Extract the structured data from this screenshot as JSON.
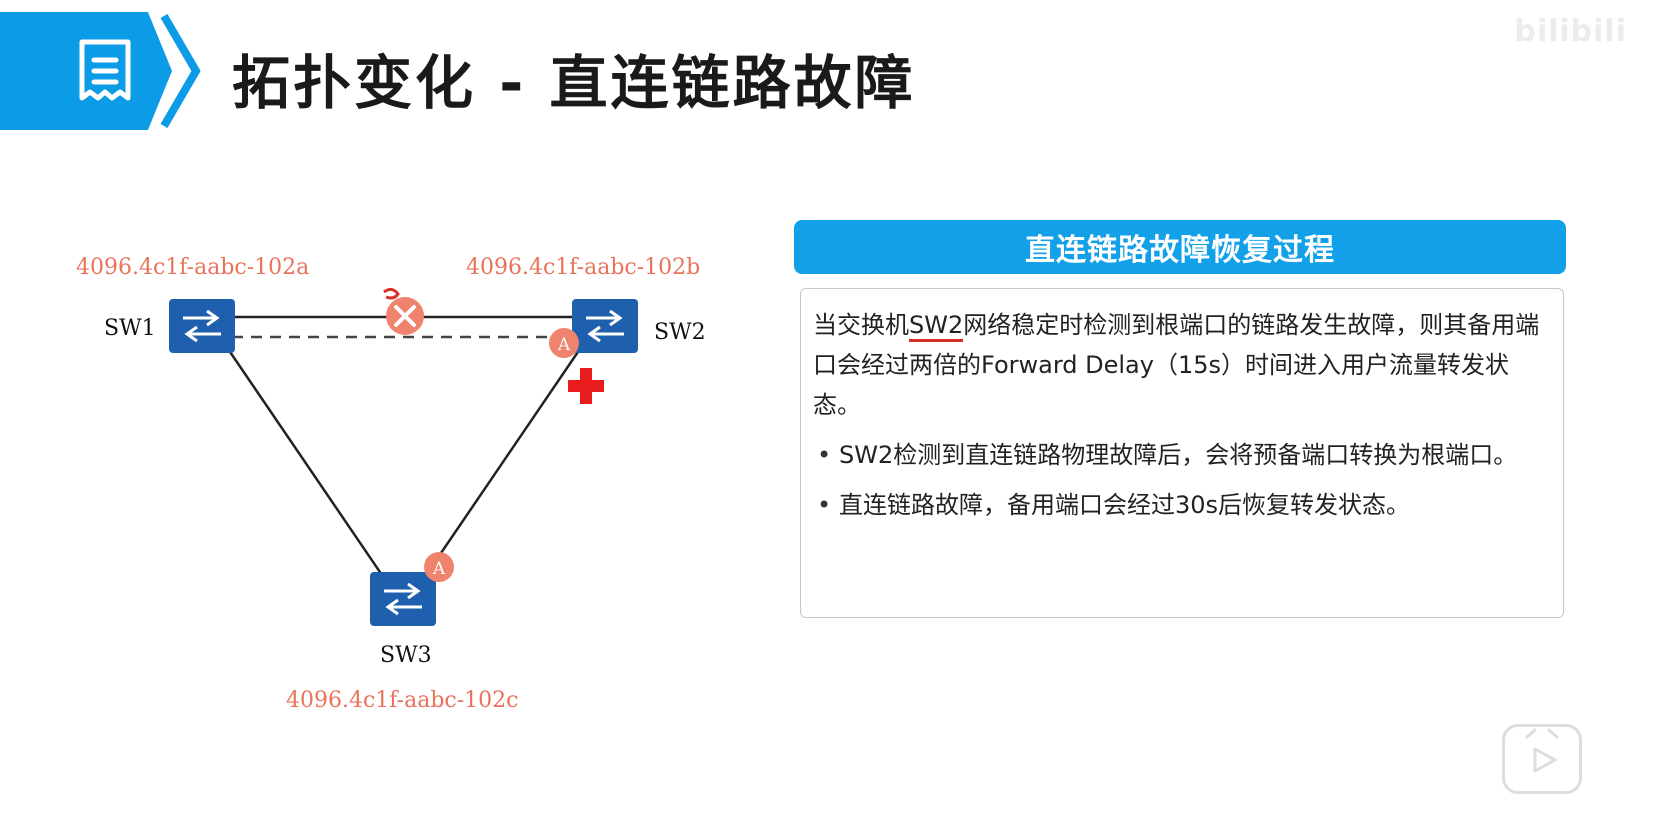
{
  "header": {
    "title": "拓扑变化 - 直连链路故障",
    "accent_color": "#0c9be6",
    "icon": "document-icon"
  },
  "watermark": "bilibili",
  "diagram": {
    "switches": [
      {
        "name": "SW1",
        "mac": "4096.4c1f-aabc-102a"
      },
      {
        "name": "SW2",
        "mac": "4096.4c1f-aabc-102b"
      },
      {
        "name": "SW3",
        "mac": "4096.4c1f-aabc-102c"
      }
    ],
    "port_label": "A",
    "fault_icon": "x-circle-icon",
    "recovery_icon": "plus-icon",
    "label_color": "#e8735a",
    "switch_color": "#1e5fae"
  },
  "info": {
    "heading": "直连链路故障恢复过程",
    "paragraph_pre": "当交换机",
    "paragraph_highlight": "SW2",
    "paragraph_post": "网络稳定时检测到根端口的链路发生故障，则其备用端口会经过两倍的Forward Delay（15s）时间进入用户流量转发状态。",
    "bullets": [
      "SW2检测到直连链路物理故障后，会将预备端口转换为根端口。",
      "直连链路故障，备用端口会经过30s后恢复转发状态。"
    ]
  },
  "player": {
    "icon": "play-icon"
  }
}
